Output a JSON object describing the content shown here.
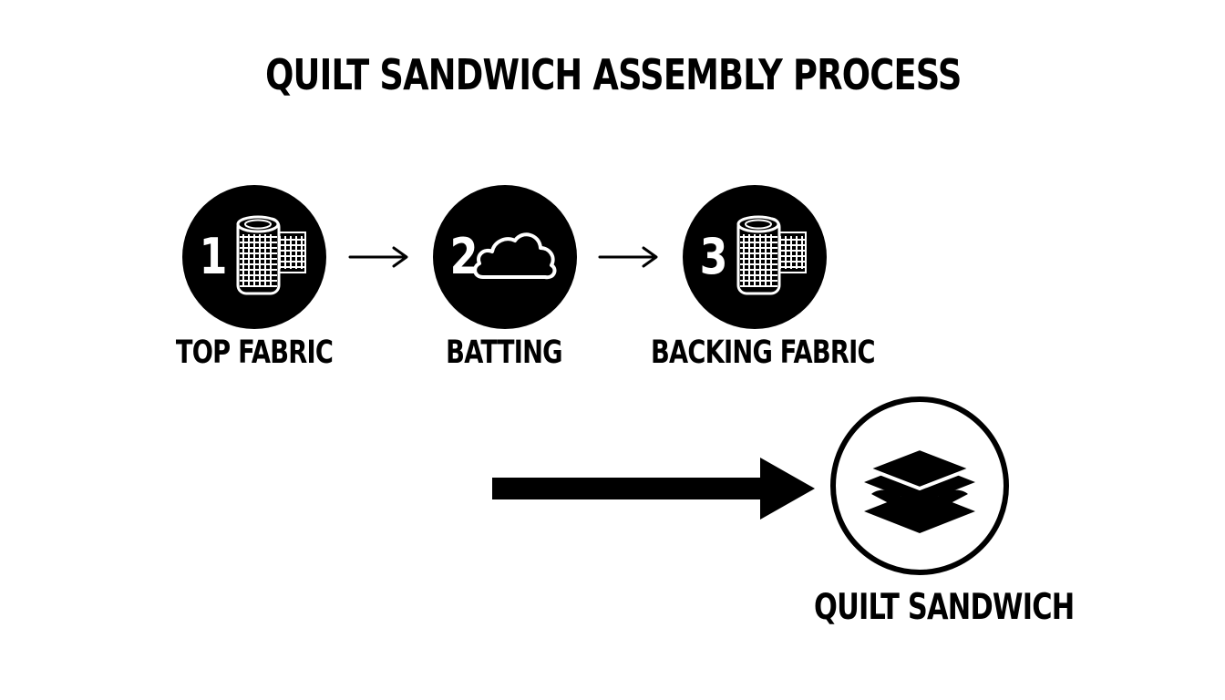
{
  "diagram": {
    "title": "QUILT SANDWICH ASSEMBLY PROCESS",
    "steps": [
      {
        "number": "1",
        "label": "TOP FABRIC",
        "icon": "fabric-roll-icon"
      },
      {
        "number": "2",
        "label": "BATTING",
        "icon": "cloud-icon"
      },
      {
        "number": "3",
        "label": "BACKING FABRIC",
        "icon": "fabric-roll-icon"
      }
    ],
    "result": {
      "label": "QUILT SANDWICH",
      "icon": "layers-icon"
    },
    "colors": {
      "background": "#ffffff",
      "ink": "#000000",
      "inverse": "#ffffff"
    }
  }
}
